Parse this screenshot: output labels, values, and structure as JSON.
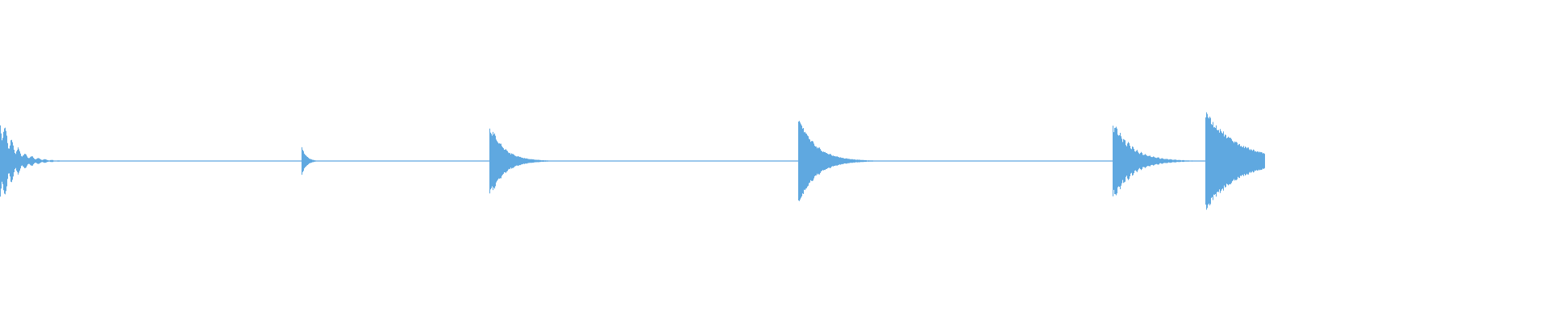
{
  "waveform": {
    "color": "#5fa8e0",
    "background": "#ffffff",
    "duration_fraction_visible": 1.0,
    "baseline_amplitude": 0.004,
    "segments": [
      {
        "name": "onset-1",
        "start": 0.0,
        "end": 0.105,
        "peak": 1.0,
        "decay": 9.5,
        "ripple": 0.55,
        "ripple_freq": 38
      },
      {
        "name": "onset-2",
        "start": 0.238,
        "end": 0.31,
        "peak": 0.3,
        "decay": 28,
        "ripple": 0.0,
        "ripple_freq": 0
      },
      {
        "name": "onset-3",
        "start": 0.387,
        "end": 0.49,
        "peak": 0.72,
        "decay": 9.0,
        "ripple": 0.12,
        "ripple_freq": 40
      },
      {
        "name": "onset-4",
        "start": 0.631,
        "end": 0.75,
        "peak": 0.9,
        "decay": 7.5,
        "ripple": 0.1,
        "ripple_freq": 45
      },
      {
        "name": "onset-5",
        "start": 0.88,
        "end": 0.955,
        "peak": 0.85,
        "decay": 7.0,
        "ripple": 0.25,
        "ripple_freq": 60
      },
      {
        "name": "onset-6",
        "start": 0.953,
        "end": 1.0,
        "peak": 0.97,
        "decay": 4.0,
        "ripple": 0.03,
        "ripple_freq": 40
      }
    ]
  }
}
